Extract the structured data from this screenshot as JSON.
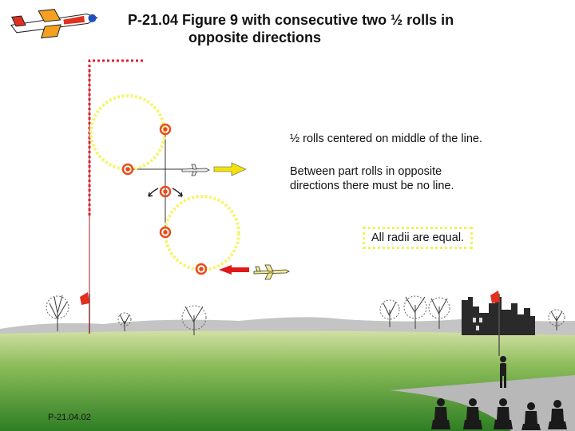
{
  "title": {
    "line1": "P-21.04 Figure 9 with consecutive two ½ rolls in",
    "line2": "opposite directions"
  },
  "notes": {
    "rolls_centered": "½ rolls centered on middle of the line.",
    "between_rolls_line1": "Between part rolls in opposite",
    "between_rolls_line2": "directions there must be no line.",
    "radii": "All radii are equal."
  },
  "footer": "P-21.04.02",
  "colors": {
    "sky": "#ffffff",
    "grass_far": "#c8d89a",
    "grass_near": "#3e8c2c",
    "hills": "#c0c0c0",
    "flight_path": "#f5f56e",
    "vertical_line": "#e0202c",
    "roll_marker": "#e84c1c",
    "arrow": "#f2e20a",
    "arrow_red": "#e01818"
  },
  "icons": [
    "plane-icon",
    "arrow-right-icon",
    "arrow-left-icon",
    "roll-marker-icon",
    "flag-icon",
    "tree-icon",
    "pilot-icon",
    "judge-icon",
    "castle-icon"
  ]
}
